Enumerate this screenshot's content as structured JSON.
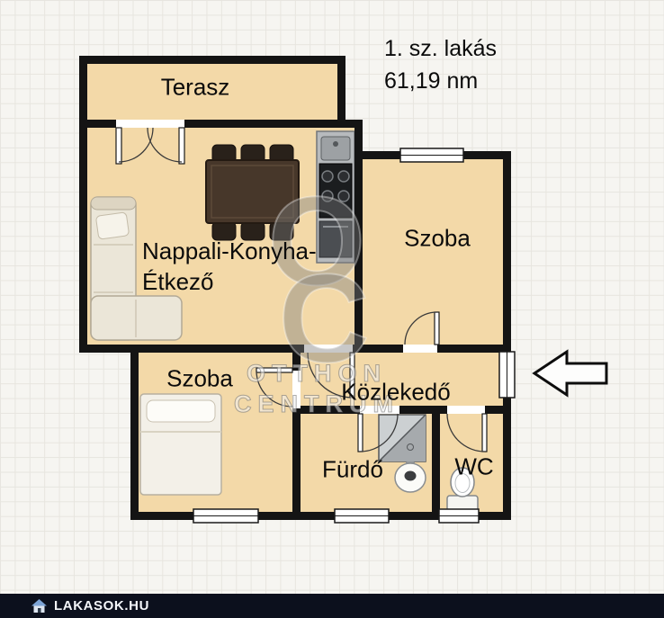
{
  "header": {
    "apartment": "1. sz. lakás",
    "area": "61,19 nm"
  },
  "rooms": {
    "terasz": {
      "label": "Terasz"
    },
    "nappali": {
      "label": "Nappali-Konyha-Étkező"
    },
    "szoba_jobb": {
      "label": "Szoba"
    },
    "szoba_also": {
      "label": "Szoba"
    },
    "kozlekedo": {
      "label": "Közlekedő"
    },
    "furdo": {
      "label": "Fürdő"
    },
    "wc": {
      "label": "WC"
    }
  },
  "watermark": {
    "letter_o": "O",
    "letter_c": "C",
    "line1": "OTTHON",
    "line2": "CENTRUM"
  },
  "footer": {
    "brand": "LAKASOK.HU"
  },
  "colors": {
    "floor": "#f3d9a8",
    "wall": "#141414",
    "footer_bg": "#0c101d",
    "logo_blue": "#7da4d6"
  }
}
